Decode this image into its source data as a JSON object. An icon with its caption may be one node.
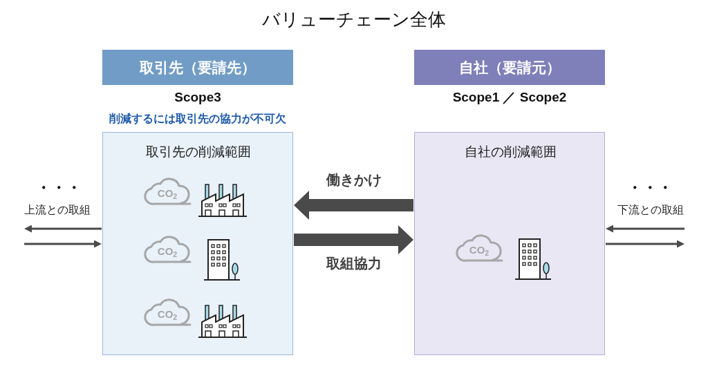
{
  "diagram": {
    "title": "バリューチェーン全体",
    "nodes": [
      {
        "text": [
          "取引先（要請先）"
        ],
        "beside": [
          "Scope3",
          "削減するには取引先の協力が不可欠"
        ]
      },
      {
        "text": [
          "取引先の削減範囲"
        ]
      },
      {
        "text": [
          "CO$_{2}$"
        ],
        "in": 1
      },
      {
        "text": [
          "CO$_{2}$"
        ],
        "in": 1
      },
      {
        "text": [
          "CO$_{2}$"
        ],
        "in": 1
      },
      {
        "text": [
          "自社（要請元）"
        ],
        "beside": [
          "Scope1 ／ Scope2"
        ]
      },
      {
        "text": [
          "自社の削減範囲"
        ]
      },
      {
        "text": [
          "CO$_{2}$"
        ],
        "in": 6
      }
    ],
    "edges": [
      {
        "from": 1,
        "to": null,
        "arrow": "to"
      },
      {
        "from": null,
        "to": 1,
        "arrow": "to"
      },
      {
        "from": 6,
        "to": 1,
        "arrow": "to",
        "label": "働きかけ",
        "style": "thick"
      },
      {
        "from": 1,
        "to": 6,
        "arrow": "to",
        "label": "取組協力",
        "style": "thick"
      },
      {
        "from": null,
        "to": 6,
        "arrow": "to"
      },
      {
        "from": 6,
        "to": null,
        "arrow": "to"
      }
    ],
    "labels": [
      "・・・",
      "上流との取組",
      "・・・",
      "下流との取組"
    ]
  }
}
